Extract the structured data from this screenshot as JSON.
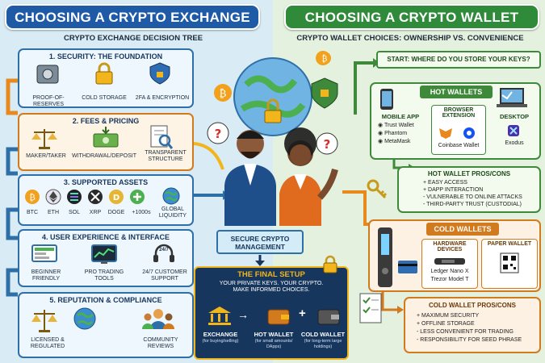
{
  "left": {
    "banner": "CHOOSING A CRYPTO EXCHANGE",
    "subtitle": "CRYPTO EXCHANGE DECISION TREE",
    "sections": [
      {
        "title": "1. SECURITY: THE FOUNDATION",
        "items": [
          "PROOF-OF-RESERVES",
          "COLD STORAGE",
          "2FA & ENCRYPTION"
        ]
      },
      {
        "title": "2. FEES & PRICING",
        "items": [
          "MAKER/TAKER",
          "WITHDRAWAL/DEPOSIT",
          "TRANSPARENT STRUCTURE"
        ]
      },
      {
        "title": "3. SUPPORTED ASSETS",
        "items": [
          "BTC",
          "ETH",
          "SOL",
          "XRP",
          "DOGE",
          "+1000s",
          "GLOBAL LIQUIDITY"
        ]
      },
      {
        "title": "4. USER EXPERIENCE & INTERFACE",
        "items": [
          "BEGINNER FRIENDLY",
          "PRO TRADING TOOLS",
          "24/7 CUSTOMER SUPPORT"
        ],
        "badge": "24/7"
      },
      {
        "title": "5. REPUTATION & COMPLIANCE",
        "items": [
          "LICENSED & REGULATED",
          "COMMUNITY REVIEWS"
        ]
      }
    ]
  },
  "right": {
    "banner": "CHOOSING A CRYPTO WALLET",
    "subtitle": "CRYPTO WALLET CHOICES: OWNERSHIP VS. CONVENIENCE",
    "start": "START: WHERE DO YOU STORE YOUR KEYS?",
    "hot": {
      "title": "HOT WALLETS",
      "mobile": {
        "title": "MOBILE APP",
        "items": [
          "Trust Wallet",
          "Phantom",
          "MetaMask"
        ]
      },
      "browser": {
        "title": "BROWSER EXTENSION",
        "item": "Coinbase Wallet"
      },
      "desktop": {
        "title": "DESKTOP",
        "item": "Exodus"
      }
    },
    "hot_pros": {
      "title": "HOT WALLET PROS/CONS",
      "items": [
        "+ EASY ACCESS",
        "+ DAPP INTERACTION",
        "- VULNERABLE TO ONLINE ATTACKS",
        "- THIRD-PARTY TRUST (CUSTODIAL)"
      ]
    },
    "cold": {
      "title": "COLD WALLETS",
      "hardware": {
        "title": "HARDWARE DEVICES",
        "items": [
          "Ledger Nano X",
          "Trezor Model T"
        ]
      },
      "paper": {
        "title": "PAPER WALLET"
      }
    },
    "cold_pros": {
      "title": "COLD WALLET PROS/CONS",
      "items": [
        "+ MAXIMUM SECURITY",
        "+ OFFLINE STORAGE",
        "- LESS CONVENIENT FOR TRADING",
        "- RESPONSIBILITY FOR SEED PHRASE"
      ]
    }
  },
  "center": {
    "label": "SECURE CRYPTO MANAGEMENT",
    "final": {
      "title": "THE FINAL SETUP",
      "text": "YOUR PRIVATE KEYS. YOUR CRYPTO. MAKE INFORMED CHOICES.",
      "steps": [
        {
          "title": "EXCHANGE",
          "sub": "(for buying/selling)"
        },
        {
          "title": "HOT WALLET",
          "sub": "(for small amounts/ DApps)"
        },
        {
          "title": "COLD WALLET",
          "sub": "(for long-term large holdings)"
        }
      ],
      "arrow": "→",
      "plus": "+"
    }
  },
  "colors": {
    "left_banner": "#1f5aa6",
    "right_banner": "#2f8a3a",
    "orange": "#e8891d",
    "navy": "#17365d"
  }
}
